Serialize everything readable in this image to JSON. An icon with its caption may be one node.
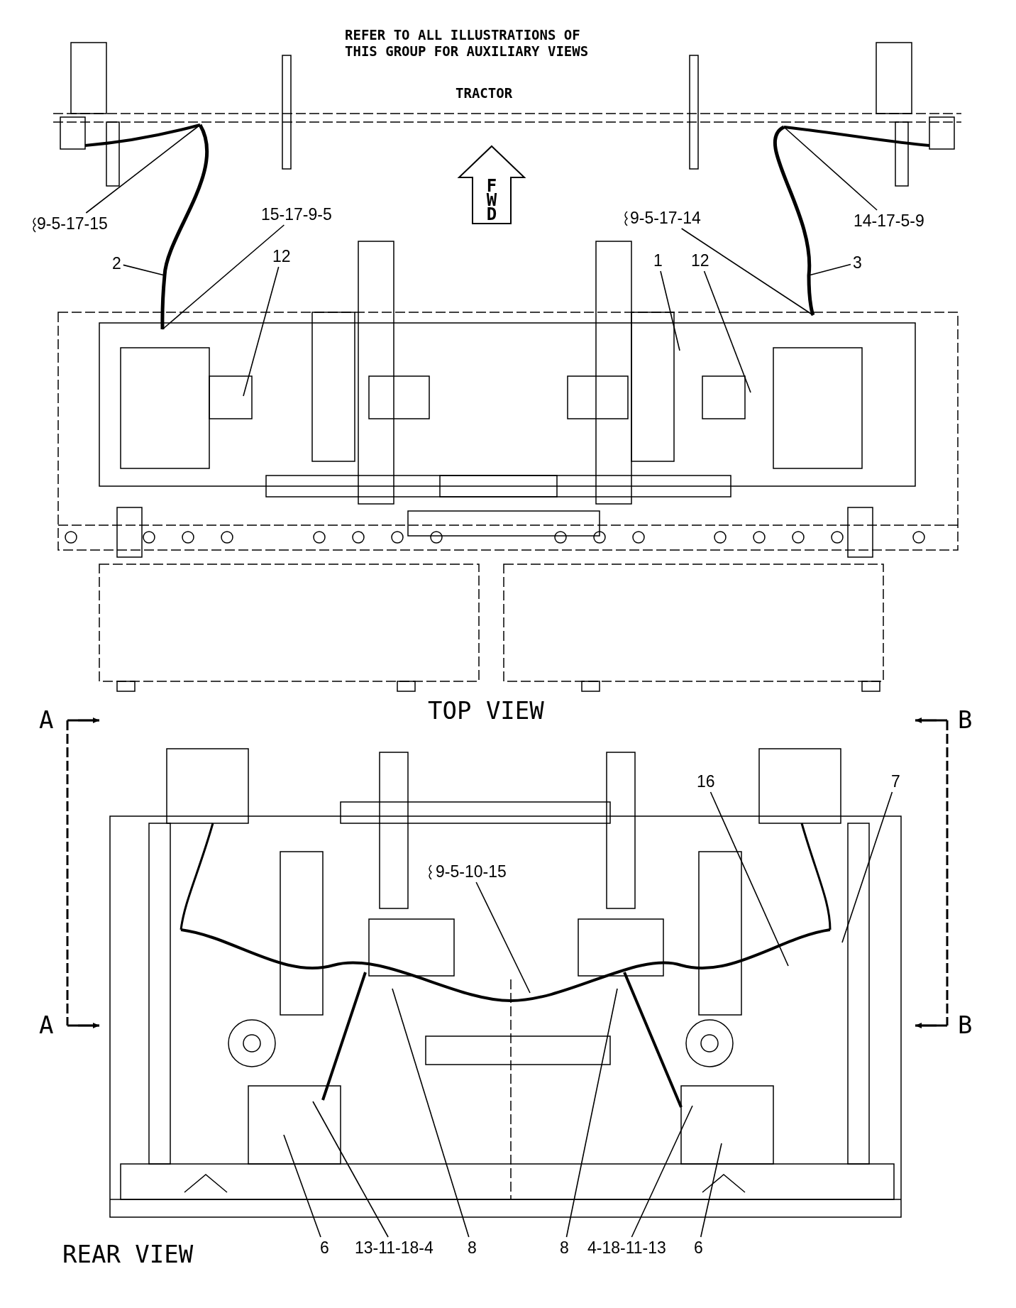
{
  "diagram": {
    "nodes": [
      {
        "text": [
          "9-5-17-15"
        ]
      },
      {
        "text": [
          "15-17-9-5"
        ]
      },
      {
        "text": [
          "2"
        ]
      },
      {
        "text": [
          "12"
        ]
      },
      {
        "text": [
          "9-5-17-14"
        ]
      },
      {
        "text": [
          "14-17-5-9"
        ]
      },
      {
        "text": [
          "1"
        ]
      },
      {
        "text": [
          "12"
        ]
      },
      {
        "text": [
          "3"
        ]
      },
      {
        "text": [
          "16"
        ]
      },
      {
        "text": [
          "7"
        ]
      },
      {
        "text": [
          "9-5-10-15"
        ]
      },
      {
        "text": [
          "6"
        ]
      },
      {
        "text": [
          "13-11-18-4"
        ]
      },
      {
        "text": [
          "8"
        ]
      },
      {
        "text": [
          "8"
        ]
      },
      {
        "text": [
          "4-18-11-13"
        ]
      },
      {
        "text": [
          "6"
        ]
      }
    ],
    "edges": [
      {
        "from": 0,
        "to": null,
        "arrow": "none"
      },
      {
        "from": 1,
        "to": null,
        "arrow": "none"
      },
      {
        "from": 2,
        "to": null,
        "arrow": "none"
      },
      {
        "from": 3,
        "to": null,
        "arrow": "none"
      },
      {
        "from": 4,
        "to": null,
        "arrow": "none"
      },
      {
        "from": 5,
        "to": null,
        "arrow": "none"
      },
      {
        "from": 6,
        "to": null,
        "arrow": "none"
      },
      {
        "from": 7,
        "to": null,
        "arrow": "none"
      },
      {
        "from": 8,
        "to": null,
        "arrow": "none"
      },
      {
        "from": 9,
        "to": null,
        "arrow": "none"
      },
      {
        "from": 10,
        "to": null,
        "arrow": "none"
      },
      {
        "from": 11,
        "to": null,
        "arrow": "none"
      },
      {
        "from": 12,
        "to": null,
        "arrow": "none"
      },
      {
        "from": 13,
        "to": null,
        "arrow": "none"
      },
      {
        "from": 14,
        "to": null,
        "arrow": "none"
      },
      {
        "from": 15,
        "to": null,
        "arrow": "none"
      },
      {
        "from": 16,
        "to": null,
        "arrow": "none"
      },
      {
        "from": 17,
        "to": null,
        "arrow": "none"
      }
    ],
    "labels": [
      "REFER TO ALL ILLUSTRATIONS OF THIS GROUP FOR AUXILIARY VIEWS",
      "TRACTOR",
      "FWD",
      "TOP VIEW",
      "A",
      "A",
      "B",
      "B",
      "REAR VIEW"
    ]
  }
}
